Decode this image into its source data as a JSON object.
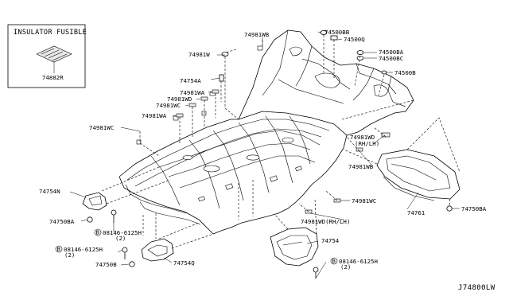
{
  "inset": {
    "title": "INSULATOR FUSIBLE",
    "part": "74882R"
  },
  "callouts": {
    "p74981WB_top": "74981WB",
    "p74500BB": "74500BB",
    "p74500Q": "74500Q",
    "p74981W": "74981W",
    "p74500BA": "74500BA",
    "p74500BC": "74500BC",
    "p74500B_right": "74500B",
    "p74754A": "74754A",
    "p74981WA_1": "74981WA",
    "p74981WD": "74981WD",
    "p74981WC_1": "74981WC",
    "p74981WA_2": "74981WA",
    "p74981WC_left": "74981WC",
    "p74981WD_rh": "74981WD",
    "rh_lh_1": "(RH/LH)",
    "p74981WB_right": "74981WB",
    "p74754N": "74754N",
    "p74750BA_left": "74750BA",
    "bolt_1": "08146-6125H",
    "qty_1": "(2)",
    "bolt_2": "08146-6125H",
    "qty_2": "(2)",
    "p74750B": "74750B",
    "p74754Q": "74754Q",
    "p74981WC_mid": "74981WC",
    "p74981WD_bottom": "74981WD(RH/LH)",
    "p74754": "74754",
    "bolt_3": "08146-6125H",
    "qty_3": "(2)",
    "p74761": "74761",
    "p74750BA_right": "74750BA",
    "bolt_symbol": "B"
  },
  "diagram_id": "J74800LW"
}
